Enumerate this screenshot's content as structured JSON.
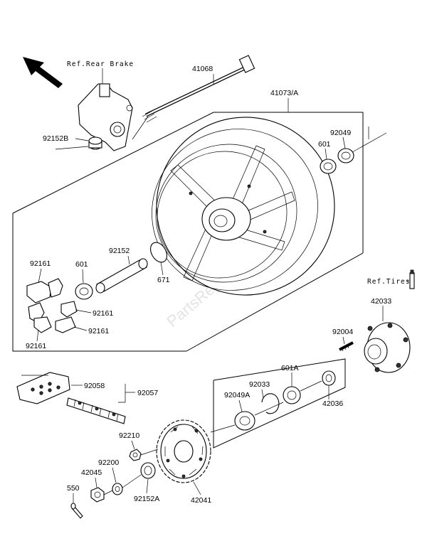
{
  "references": {
    "rear_brake": "Ref.Rear Brake",
    "tires": "Ref.Tires"
  },
  "watermark": "PartsRepublik",
  "part_labels": {
    "p41068": "41068",
    "p41073a": "41073/A",
    "p92049_top": "92049",
    "p601_top": "601",
    "p92152b": "92152B",
    "p92152": "92152",
    "p671": "671",
    "p92161_a": "92161",
    "p601_left": "601",
    "p92161_b": "92161",
    "p92161_c": "92161",
    "p92161_d": "92161",
    "p42033": "42033",
    "p92004": "92004",
    "p601a": "601A",
    "p92033": "92033",
    "p92049a": "92049A",
    "p42036": "42036",
    "p92058": "92058",
    "p92057": "92057",
    "p92210": "92210",
    "p92200": "92200",
    "p42045": "42045",
    "p550": "550",
    "p92152a": "92152A",
    "p42041": "42041"
  }
}
